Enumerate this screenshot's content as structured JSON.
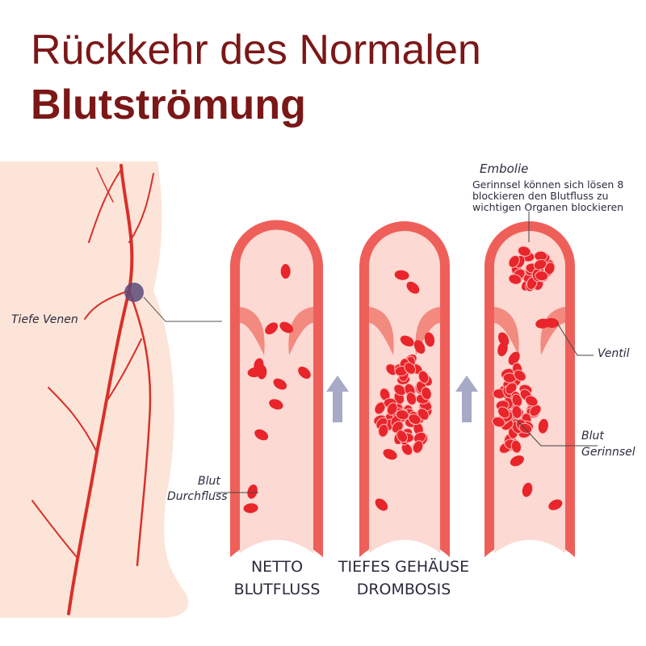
{
  "title": {
    "line1": "Rückkehr des Normalen",
    "line2": "Blutströmung"
  },
  "labels": {
    "deep_veins": "Tiefe Venen",
    "blood_flow_1": "Blut",
    "blood_flow_2": "Durchfluss",
    "embolism": "Embolie",
    "embolism_note": [
      "Gerinnsel können sich lösen 8",
      "blockieren den Blutfluss zu",
      "wichtigen Organen blockieren"
    ],
    "valve": "Ventil",
    "clot_1": "Blut",
    "clot_2": "Gerinnsel"
  },
  "captions": [
    {
      "line1": "NETTO",
      "line2": "BLUTFLUSS"
    },
    {
      "line1": "TIEFES GEHÄUSE",
      "line2": "DROMBOSIS"
    }
  ],
  "colors": {
    "title": "#7b1717",
    "vessel_wall": "#ef5f59",
    "vessel_inner": "#fcd9d2",
    "cell": "#e8252b",
    "skin": "#fde4d8",
    "vein": "#d9302a",
    "arrow": "#a7a9c6"
  }
}
